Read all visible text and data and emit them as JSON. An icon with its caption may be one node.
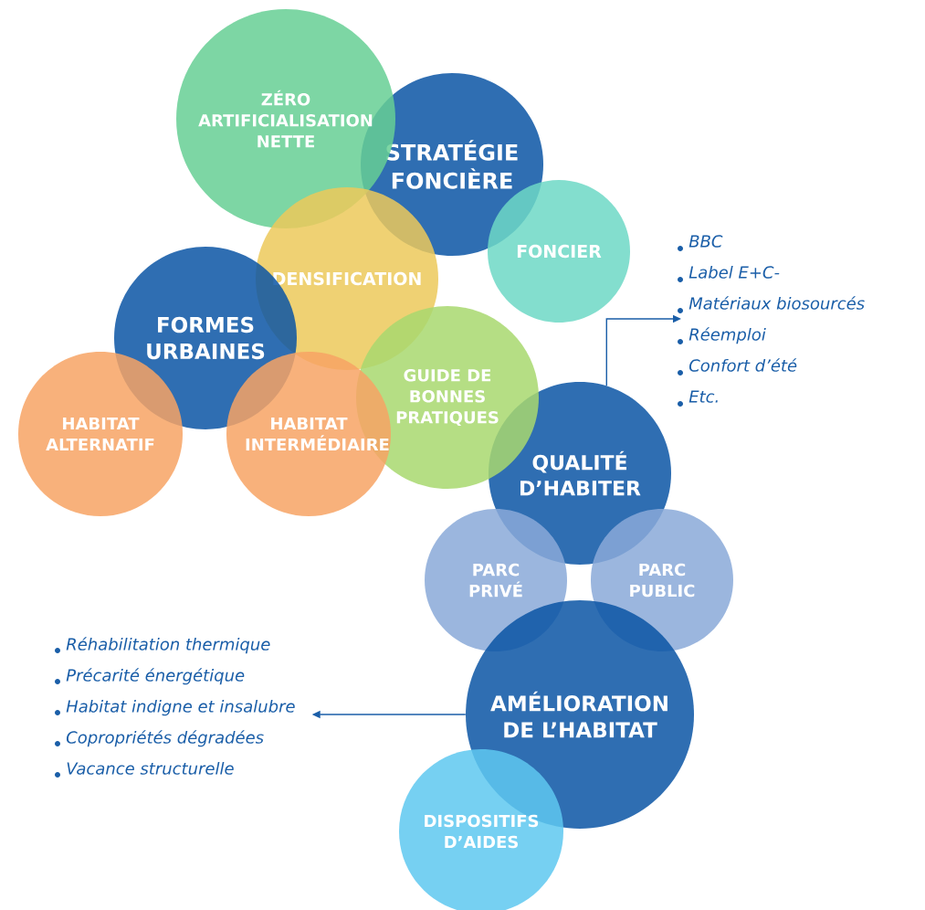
{
  "diagram": {
    "nodes": [
      {
        "text": [
          "ZÉRO ARTIFICIALISATION NETTE"
        ]
      },
      {
        "text": [
          "STRATÉGIE FONCIÈRE"
        ]
      },
      {
        "text": [
          "FONCIER"
        ]
      },
      {
        "text": [
          "DENSIFICATION"
        ]
      },
      {
        "text": [
          "FORMES URBAINES"
        ]
      },
      {
        "text": [
          "HABITAT ALTERNATIF"
        ]
      },
      {
        "text": [
          "HABITAT INTERMÉDIAIRE"
        ]
      },
      {
        "text": [
          "GUIDE DE BONNES PRATIQUES"
        ]
      },
      {
        "text": [
          "QUALITÉ D’HABITER"
        ]
      },
      {
        "text": [
          "PARC PRIVÉ"
        ]
      },
      {
        "text": [
          "PARC PUBLIC"
        ]
      },
      {
        "text": [
          "AMÉLIORATION DE L’HABITAT"
        ]
      },
      {
        "text": [
          "DISPOSITIFS D’AIDES"
        ]
      },
      {
        "text": [
          "BBC",
          "Label E+C-",
          "Matériaux biosourcés",
          "Réemploi",
          "Confort d’été",
          "Etc."
        ]
      },
      {
        "text": [
          "Réhabilitation thermique",
          "Précarité énergétique",
          "Habitat indigne et insalubre",
          "Copropriétés dégradées",
          "Vacance structurelle"
        ]
      }
    ],
    "edges": [
      {
        "from": 8,
        "to": 13,
        "arrow": "to"
      },
      {
        "from": 11,
        "to": 14,
        "arrow": "to"
      }
    ]
  }
}
